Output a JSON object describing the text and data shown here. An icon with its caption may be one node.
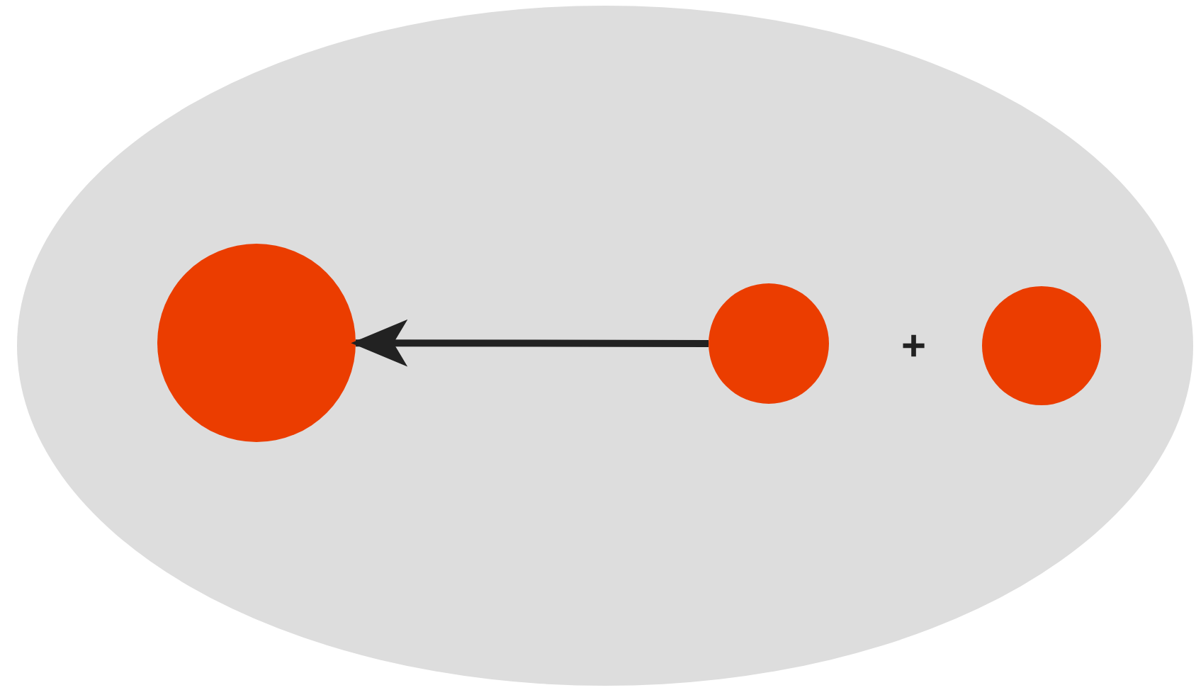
{
  "diagram": {
    "nodes": [
      {
        "text": [],
        "shape": "ellipse"
      },
      {
        "text": [],
        "shape": "circle",
        "in": 0
      },
      {
        "text": [],
        "shape": "circle",
        "in": 0
      },
      {
        "text": [],
        "shape": "circle",
        "in": 0
      }
    ],
    "edges": [
      {
        "from": 2,
        "to": 1,
        "arrow": "to"
      }
    ],
    "labels": [
      "+"
    ]
  }
}
